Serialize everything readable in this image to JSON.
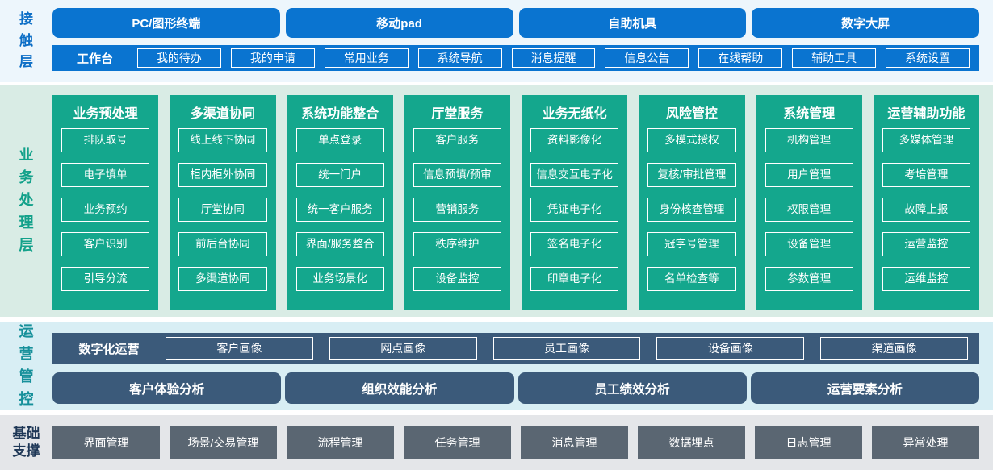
{
  "colors": {
    "contact_blue": "#0a74d0",
    "contact_bg": "#edf6fc",
    "contact_label": "#0c6ec6",
    "business_green": "#14a78d",
    "business_bg": "#d9ece5",
    "business_label": "#12a18a",
    "operations_slate": "#3b5a7a",
    "operations_bg": "#d8eef4",
    "operations_label": "#16909a",
    "foundation_gray": "#5a6672",
    "foundation_bg": "#e4e6e9",
    "foundation_label": "#1e3756",
    "box_text": "#ffffff"
  },
  "layers": {
    "contact": {
      "label": "接触层",
      "terminals": [
        "PC/图形终端",
        "移动pad",
        "自助机具",
        "数字大屏"
      ],
      "workbench": {
        "label": "工作台",
        "items": [
          "我的待办",
          "我的申请",
          "常用业务",
          "系统导航",
          "消息提醒",
          "信息公告",
          "在线帮助",
          "辅助工具",
          "系统设置"
        ]
      }
    },
    "business": {
      "label": "业务处理层",
      "columns": [
        {
          "title": "业务预处理",
          "items": [
            "排队取号",
            "电子填单",
            "业务预约",
            "客户识别",
            "引导分流"
          ]
        },
        {
          "title": "多渠道协同",
          "items": [
            "线上线下协同",
            "柜内柜外协同",
            "厅堂协同",
            "前后台协同",
            "多渠道协同"
          ]
        },
        {
          "title": "系统功能整合",
          "items": [
            "单点登录",
            "统一门户",
            "统一客户服务",
            "界面/服务整合",
            "业务场景化"
          ]
        },
        {
          "title": "厅堂服务",
          "items": [
            "客户服务",
            "信息预填/预审",
            "营销服务",
            "秩序维护",
            "设备监控"
          ]
        },
        {
          "title": "业务无纸化",
          "items": [
            "资料影像化",
            "信息交互电子化",
            "凭证电子化",
            "签名电子化",
            "印章电子化"
          ]
        },
        {
          "title": "风险管控",
          "items": [
            "多模式授权",
            "复核/审批管理",
            "身份核查管理",
            "冠字号管理",
            "名单检查等"
          ]
        },
        {
          "title": "系统管理",
          "items": [
            "机构管理",
            "用户管理",
            "权限管理",
            "设备管理",
            "参数管理"
          ]
        },
        {
          "title": "运营辅助功能",
          "items": [
            "多媒体管理",
            "考培管理",
            "故障上报",
            "运营监控",
            "运维监控"
          ]
        }
      ]
    },
    "operations": {
      "label": "运营管控",
      "digital": {
        "label": "数字化运营",
        "items": [
          "客户画像",
          "网点画像",
          "员工画像",
          "设备画像",
          "渠道画像"
        ]
      },
      "analysis": [
        "客户体验分析",
        "组织效能分析",
        "员工绩效分析",
        "运营要素分析"
      ]
    },
    "foundation": {
      "label": "基础支撑",
      "items": [
        "界面管理",
        "场景/交易管理",
        "流程管理",
        "任务管理",
        "消息管理",
        "数据埋点",
        "日志管理",
        "异常处理"
      ]
    }
  }
}
